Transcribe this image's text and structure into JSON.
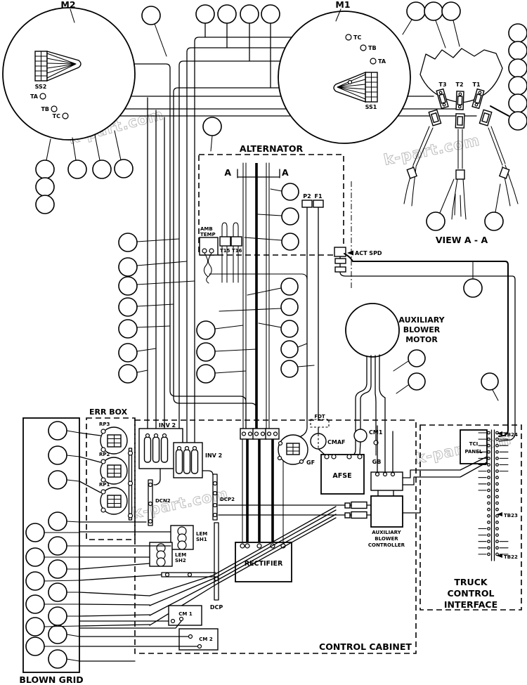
{
  "diagram": {
    "watermark": "k-part.com",
    "motors": {
      "m2": "M2",
      "m1": "M1",
      "ss2": "SS2",
      "ss1": "SS1",
      "ta": "TA",
      "tb": "TB",
      "tc": "TC"
    },
    "view": {
      "t3": "T3",
      "t2": "T2",
      "t1": "T1",
      "title": "VIEW A - A"
    },
    "alternator": {
      "title": "ALTERNATOR",
      "section_left": "A",
      "section_right": "A",
      "p2": "P2",
      "f1": "F1",
      "amb1": "AMB",
      "amb2": "TEMP",
      "t1516": "T15 T16",
      "act_spd": "ACT SPD"
    },
    "blower_motor": {
      "l1": "AUXILIARY",
      "l2": "BLOWER",
      "l3": "MOTOR"
    },
    "err_box": {
      "title": "ERR BOX",
      "rp3": "RP3",
      "rp2": "RP2",
      "rp1": "RP1"
    },
    "cabinet": {
      "title": "CONTROL CABINET",
      "inv2a": "INV 2",
      "inv2b": "INV 2",
      "dcn2": "DCN2",
      "dcp2": "DCP2",
      "dcp": "DCP",
      "lem1a": "LEM",
      "lem1b": "SH1",
      "lem2a": "LEM",
      "lem2b": "SH2",
      "rectifier": "RECTIFIER",
      "cm_1": "CM 1",
      "cm_2": "CM 2",
      "fdt": "FDT",
      "cmaf": "CMAF",
      "gf": "GF",
      "cm1": "CM1",
      "gb": "GB",
      "afse": "AFSE",
      "abc1": "AUXILIARY",
      "abc2": "BLOWER",
      "abc3": "CONTROLLER"
    },
    "tci": {
      "panel1": "TCI",
      "panel2": "PANEL",
      "tb24": "TB24",
      "tb23": "TB23",
      "tb22": "TB22",
      "t1": "TRUCK",
      "t2": "CONTROL",
      "t3": "INTERFACE"
    },
    "blown_grid": {
      "title": "BLOWN GRID"
    },
    "colors": {
      "line": "#000000",
      "watermark": "#bcbcbc",
      "background": "#ffffff"
    }
  }
}
